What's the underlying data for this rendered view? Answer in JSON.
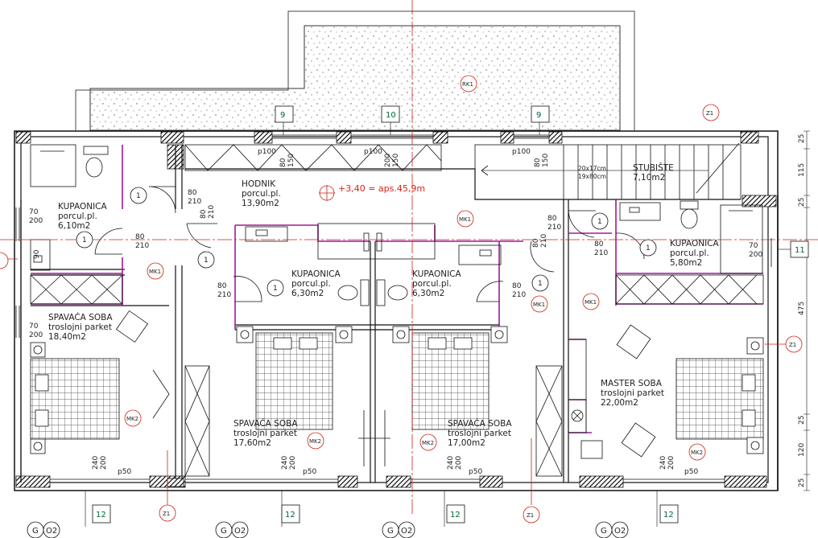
{
  "rooms": {
    "kupaonica_left": {
      "name": "KUPAONICA",
      "floor": "porcul.pl.",
      "area": "6,10m2"
    },
    "hodnik": {
      "name": "HODNIK",
      "floor": "porcul.pl.",
      "area": "13,90m2"
    },
    "kupaonica_mid1": {
      "name": "KUPAONICA",
      "floor": "porcul.pl.",
      "area": "6,30m2"
    },
    "kupaonica_mid2": {
      "name": "KUPAONICA",
      "floor": "porcul.pl.",
      "area": "6,30m2"
    },
    "kupaonica_right": {
      "name": "KUPAONICA",
      "floor": "porcul.pl.",
      "area": "5,80m2"
    },
    "stubiste": {
      "name": "STUBIŠTE",
      "area": "7,10m2",
      "stair1": "20x17cm",
      "stair2": "19x80cm"
    },
    "spavaca_left": {
      "name": "SPAVAĆA SOBA",
      "floor": "troslojni parket",
      "area": "18,40m2"
    },
    "spavaca_mid1": {
      "name": "SPAVAĆA SOBA",
      "floor": "troslojni parket",
      "area": "17,60m2"
    },
    "spavaca_mid2": {
      "name": "SPAVAĆA SOBA",
      "floor": "troslojni parket",
      "area": "17,00m2"
    },
    "master": {
      "name": "MASTER SOBA",
      "floor": "troslojni parket",
      "area": "22,00m2"
    }
  },
  "level_mark": "+3,40 = aps.45,9m",
  "window_tags": {
    "w9": "9",
    "w10": "10",
    "w11": "11",
    "w12": "12"
  },
  "door_tag": "1",
  "door_sizes": {
    "w80": "80",
    "h210": "210",
    "p100": "p100",
    "p50": "p50",
    "d150": "150",
    "d200": "200",
    "d240": "240",
    "d70": "70",
    "d90": "90"
  },
  "markers": {
    "mk1": "MK1",
    "mk2": "MK2",
    "rk1": "RK1",
    "z1": "Z1"
  },
  "section": {
    "g": "G",
    "o2": "O2"
  },
  "dimensions": {
    "d25": "25",
    "d115": "115",
    "d475": "475",
    "d120": "120"
  }
}
